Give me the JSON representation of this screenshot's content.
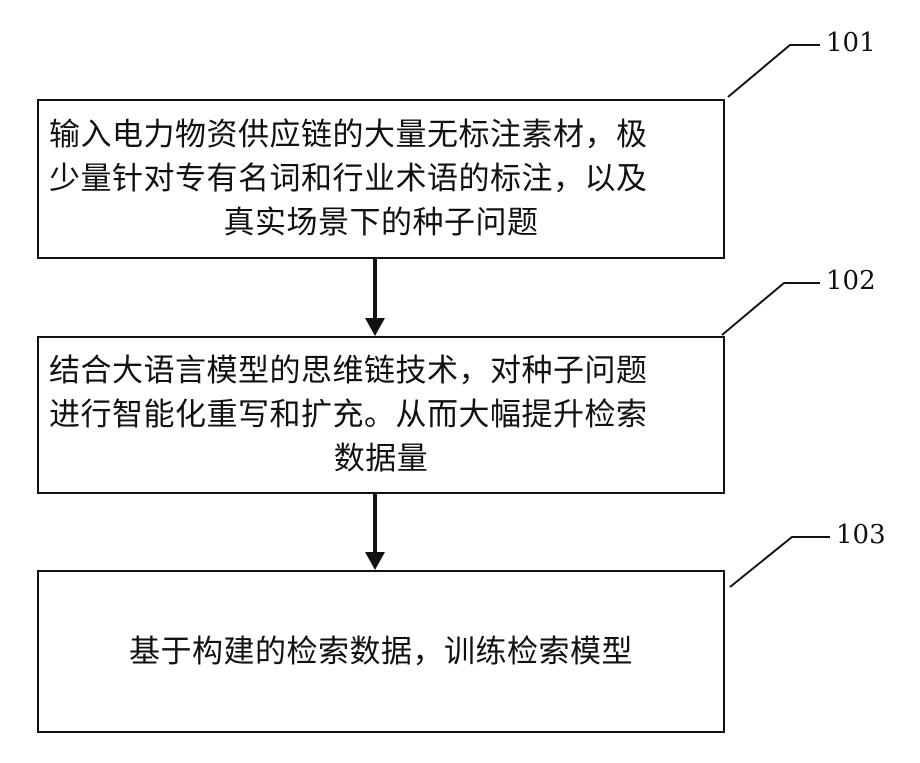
{
  "steps": [
    {
      "ref": "101",
      "lines": [
        "输入电力物资供应链的大量无标注素材，极",
        "少量针对专有名词和行业术语的标注，以及",
        "真实场景下的种子问题"
      ]
    },
    {
      "ref": "102",
      "lines": [
        "结合大语言模型的思维链技术，对种子问题",
        "进行智能化重写和扩充。从而大幅提升检索",
        "数据量"
      ]
    },
    {
      "ref": "103",
      "lines": [
        "基于构建的检索数据，训练检索模型"
      ]
    }
  ]
}
